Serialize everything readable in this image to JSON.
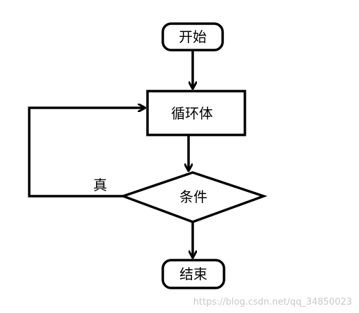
{
  "flowchart": {
    "start": {
      "label": "开始"
    },
    "body": {
      "label": "循环体"
    },
    "condition": {
      "label": "条件"
    },
    "true_label": "真",
    "end": {
      "label": "结束"
    }
  },
  "watermark": "https://blog.csdn.net/qq_34850023",
  "colors": {
    "stroke": "#000000",
    "background": "#ffffff",
    "watermark": "#c8c8c8"
  }
}
